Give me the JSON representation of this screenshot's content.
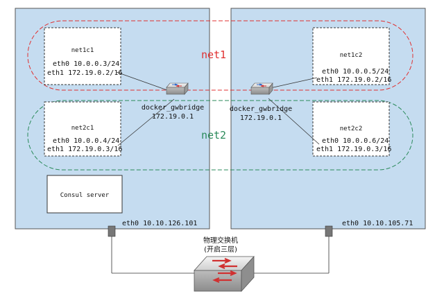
{
  "hosts": {
    "left": {
      "bridge_name": "docker_gwbridge",
      "bridge_ip": "172.19.0.1",
      "eth0": "eth0  10.10.126.101",
      "consul": "Consul server",
      "containers": {
        "net1c1": {
          "name": "net1c1",
          "eth0": "eth0  10.0.0.3/24",
          "eth1": "eth1  172.19.0.2/16"
        },
        "net2c1": {
          "name": "net2c1",
          "eth0": "eth0  10.0.0.4/24",
          "eth1": "eth1  172.19.0.3/16"
        }
      }
    },
    "right": {
      "bridge_name": "docker_gwbridge",
      "bridge_ip": "172.19.0.1",
      "eth0": "eth0  10.10.105.71",
      "containers": {
        "net1c2": {
          "name": "net1c2",
          "eth0": "eth0  10.0.0.5/24",
          "eth1": "eth1  172.19.0.2/16"
        },
        "net2c2": {
          "name": "net2c2",
          "eth0": "eth0  10.0.0.6/24",
          "eth1": "eth1  172.19.0.3/16"
        }
      }
    }
  },
  "networks": {
    "net1": {
      "label": "net1",
      "color": "#e03030"
    },
    "net2": {
      "label": "net2",
      "color": "#2a8a5a"
    }
  },
  "physical_switch": {
    "line1": "物理交换机",
    "line2": "(开启三层)"
  },
  "colors": {
    "host_fill": "#c5dcf0",
    "host_stroke": "#555555",
    "switch_blue": "#2f6cd0",
    "switch_red": "#d03030"
  }
}
